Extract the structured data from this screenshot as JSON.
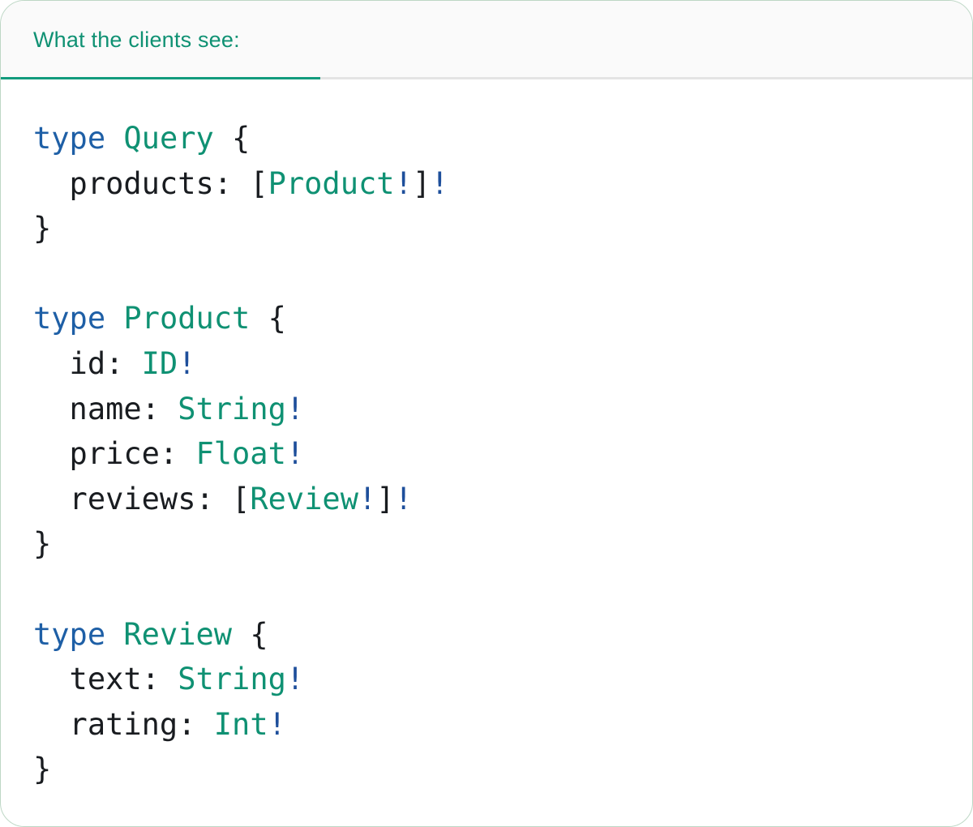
{
  "panel": {
    "tab": {
      "label": "What the clients see:"
    },
    "colors": {
      "accent_green": "#0f9173",
      "keyword_blue": "#1e5fa6",
      "bang_blue": "#1e4f9b",
      "plain_dark": "#191c20",
      "tab_underline": "#129b7d",
      "tab_bar_divider": "#e4e4e4",
      "card_border": "#bdd7c5",
      "header_background": "#fafafa"
    },
    "code": {
      "language": "graphql",
      "lines": [
        {
          "tokens": [
            {
              "t": "type",
              "c": "kw"
            },
            {
              "t": " ",
              "c": "pl"
            },
            {
              "t": "Query",
              "c": "ty"
            },
            {
              "t": " {",
              "c": "pl"
            }
          ]
        },
        {
          "tokens": [
            {
              "t": "  products: [",
              "c": "pl"
            },
            {
              "t": "Product",
              "c": "ty"
            },
            {
              "t": "!",
              "c": "bang"
            },
            {
              "t": "]",
              "c": "pl"
            },
            {
              "t": "!",
              "c": "bang"
            }
          ]
        },
        {
          "tokens": [
            {
              "t": "}",
              "c": "pl"
            }
          ]
        },
        {
          "tokens": []
        },
        {
          "tokens": [
            {
              "t": "type",
              "c": "kw"
            },
            {
              "t": " ",
              "c": "pl"
            },
            {
              "t": "Product",
              "c": "ty"
            },
            {
              "t": " {",
              "c": "pl"
            }
          ]
        },
        {
          "tokens": [
            {
              "t": "  id: ",
              "c": "pl"
            },
            {
              "t": "ID",
              "c": "ty"
            },
            {
              "t": "!",
              "c": "bang"
            }
          ]
        },
        {
          "tokens": [
            {
              "t": "  name: ",
              "c": "pl"
            },
            {
              "t": "String",
              "c": "ty"
            },
            {
              "t": "!",
              "c": "bang"
            }
          ]
        },
        {
          "tokens": [
            {
              "t": "  price: ",
              "c": "pl"
            },
            {
              "t": "Float",
              "c": "ty"
            },
            {
              "t": "!",
              "c": "bang"
            }
          ]
        },
        {
          "tokens": [
            {
              "t": "  reviews: [",
              "c": "pl"
            },
            {
              "t": "Review",
              "c": "ty"
            },
            {
              "t": "!",
              "c": "bang"
            },
            {
              "t": "]",
              "c": "pl"
            },
            {
              "t": "!",
              "c": "bang"
            }
          ]
        },
        {
          "tokens": [
            {
              "t": "}",
              "c": "pl"
            }
          ]
        },
        {
          "tokens": []
        },
        {
          "tokens": [
            {
              "t": "type",
              "c": "kw"
            },
            {
              "t": " ",
              "c": "pl"
            },
            {
              "t": "Review",
              "c": "ty"
            },
            {
              "t": " {",
              "c": "pl"
            }
          ]
        },
        {
          "tokens": [
            {
              "t": "  text: ",
              "c": "pl"
            },
            {
              "t": "String",
              "c": "ty"
            },
            {
              "t": "!",
              "c": "bang"
            }
          ]
        },
        {
          "tokens": [
            {
              "t": "  rating: ",
              "c": "pl"
            },
            {
              "t": "Int",
              "c": "ty"
            },
            {
              "t": "!",
              "c": "bang"
            }
          ]
        },
        {
          "tokens": [
            {
              "t": "}",
              "c": "pl"
            }
          ]
        }
      ]
    }
  }
}
